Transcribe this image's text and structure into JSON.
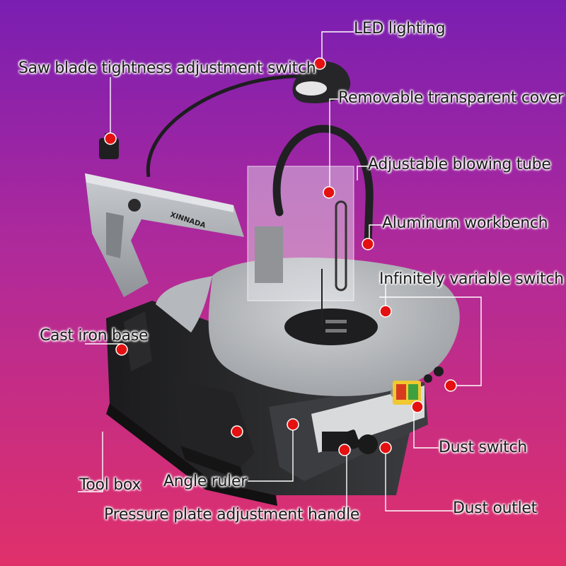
{
  "colors": {
    "bg_top": "#7b1fb0",
    "bg_bottom": "#d62a6f",
    "marker": "#e01010",
    "leader": "#ffffff",
    "body_gray": "#a9acb0",
    "label_text": "#1a1a1a"
  },
  "product": {
    "brand_mark": "XINNADA"
  },
  "callouts": {
    "led_lighting": "LED lighting",
    "blade_tightness": "Saw blade tightness adjustment switch",
    "transparent_cover": "Removable transparent cover",
    "blowing_tube": "Adjustable blowing tube",
    "aluminum_workbench": "Aluminum workbench",
    "variable_switch": "Infinitely variable switch",
    "cast_iron_base": "Cast iron base",
    "dust_switch": "Dust switch",
    "tool_box": "Tool box",
    "angle_ruler": "Angle ruler",
    "dust_outlet": "Dust outlet",
    "pressure_handle": "Pressure plate adjustment handle"
  }
}
